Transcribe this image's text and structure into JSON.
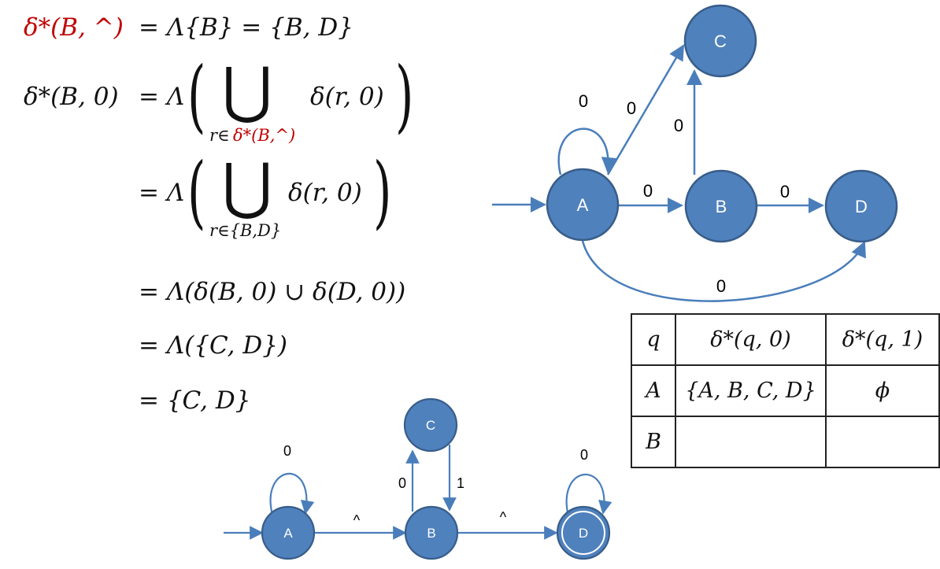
{
  "equations": {
    "line1": {
      "lhs": "δ*(B, ^)",
      "rhs": "= Λ{B} = {B, D}"
    },
    "line2": {
      "lhs": "δ*(B, 0)",
      "prefix": "= Λ",
      "union": "⋃",
      "body": "δ(r, 0)",
      "sub_var": "r∈",
      "sub_set": "δ*(B,^)"
    },
    "line3": {
      "prefix": "= Λ",
      "union": "⋃",
      "body": "δ(r, 0)",
      "sub": "r∈{B,D}"
    },
    "line4": "= Λ(δ(B, 0) ∪ δ(D, 0))",
    "line5": "= Λ({C, D})",
    "line6": "= {C, D}"
  },
  "dfa_diagram": {
    "states": [
      "A",
      "B",
      "C",
      "D"
    ],
    "edge_labels": {
      "a_loop": "0",
      "a_to_c": "0",
      "b_to_c": "0",
      "a_to_b": "0",
      "b_to_d": "0",
      "a_to_d": "0"
    }
  },
  "nfa_diagram": {
    "states": [
      "A",
      "B",
      "C",
      "D"
    ],
    "edge_labels": {
      "a_loop": "0",
      "a_to_b": "^",
      "b_to_c": "0",
      "c_to_b": "1",
      "b_to_d": "^",
      "d_loop": "0"
    }
  },
  "table": {
    "headers": [
      "q",
      "δ*(q, 0)",
      "δ*(q, 1)"
    ],
    "rows": [
      [
        "A",
        "{A, B, C, D}",
        "ϕ"
      ],
      [
        "B",
        "",
        ""
      ]
    ]
  },
  "colors": {
    "node_fill": "#4f81bd",
    "node_stroke": "#385d8a",
    "edge": "#4a7ebb",
    "highlight": "#c00000"
  }
}
